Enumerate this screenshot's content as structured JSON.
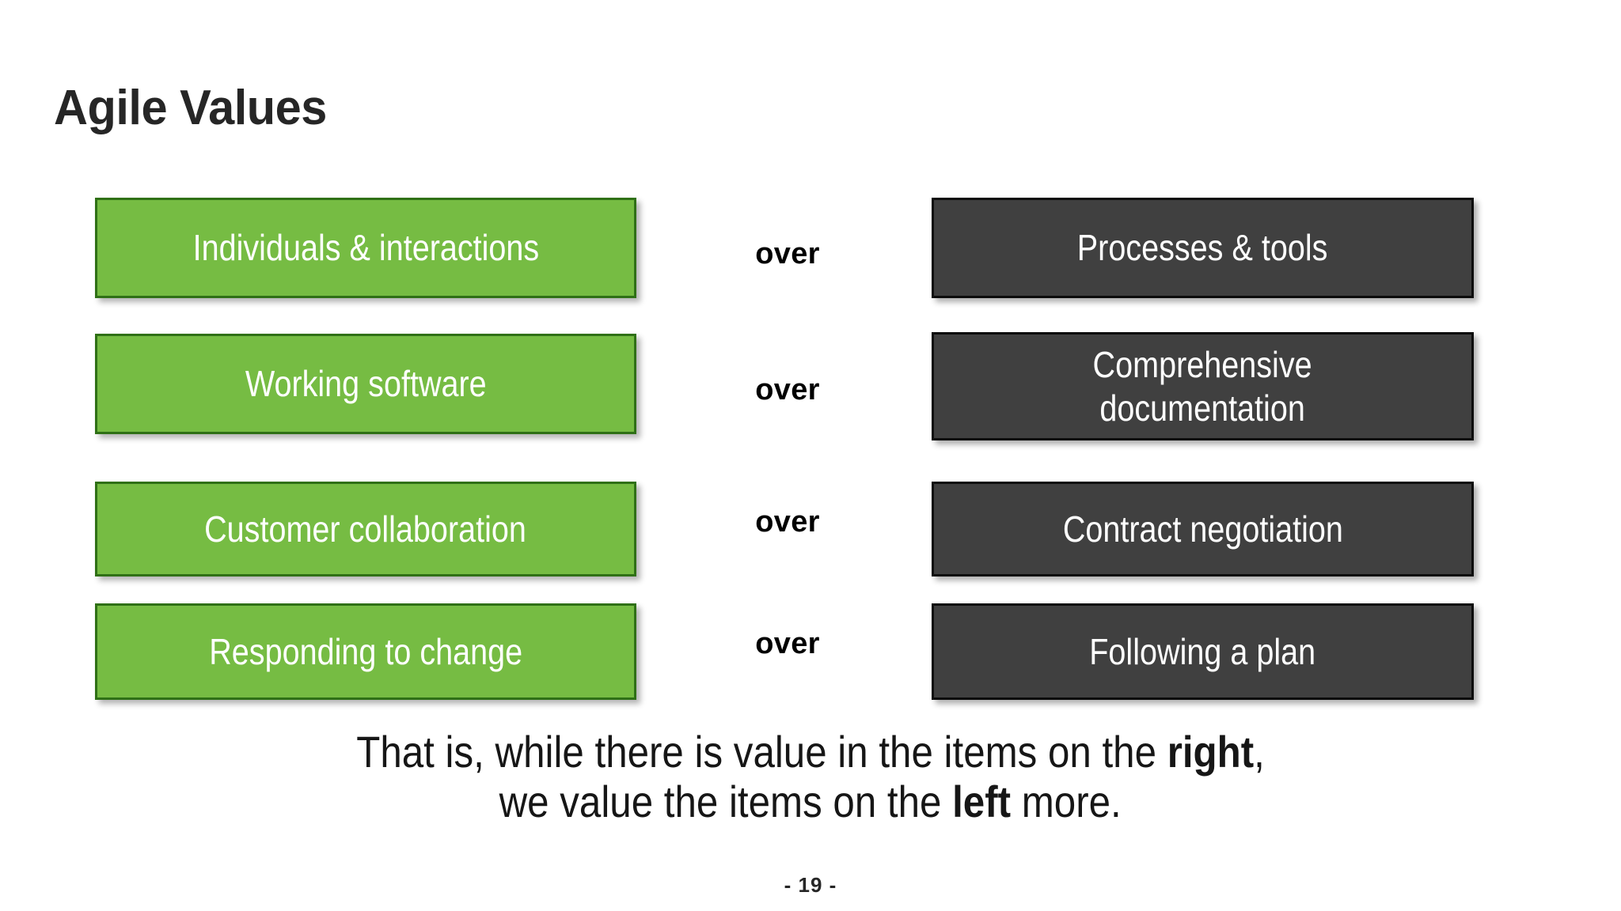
{
  "slide": {
    "title": "Agile Values",
    "page_number": "- 19 -",
    "background_color": "#ffffff",
    "title_color": "#262626",
    "green_box_color": "#76bc43",
    "green_border_color": "#2f7016",
    "dark_box_color": "#404040",
    "dark_border_color": "#0c0c0c",
    "box_text_color": "#ffffff"
  },
  "value_pairs": [
    {
      "left": "Individuals & interactions",
      "connector": "over",
      "right": "Processes & tools"
    },
    {
      "left": "Working software",
      "connector": "over",
      "right": "Comprehensive\ndocumentation"
    },
    {
      "left": "Customer collaboration",
      "connector": "over",
      "right": "Contract negotiation"
    },
    {
      "left": "Responding to change",
      "connector": "over",
      "right": "Following a plan"
    }
  ],
  "footer": {
    "line1_part1": "That is, while there is value in the items on the ",
    "line1_bold": "right",
    "line1_part2": ",",
    "line2_part1": "we value the items on the ",
    "line2_bold": "left",
    "line2_part2": " more."
  }
}
